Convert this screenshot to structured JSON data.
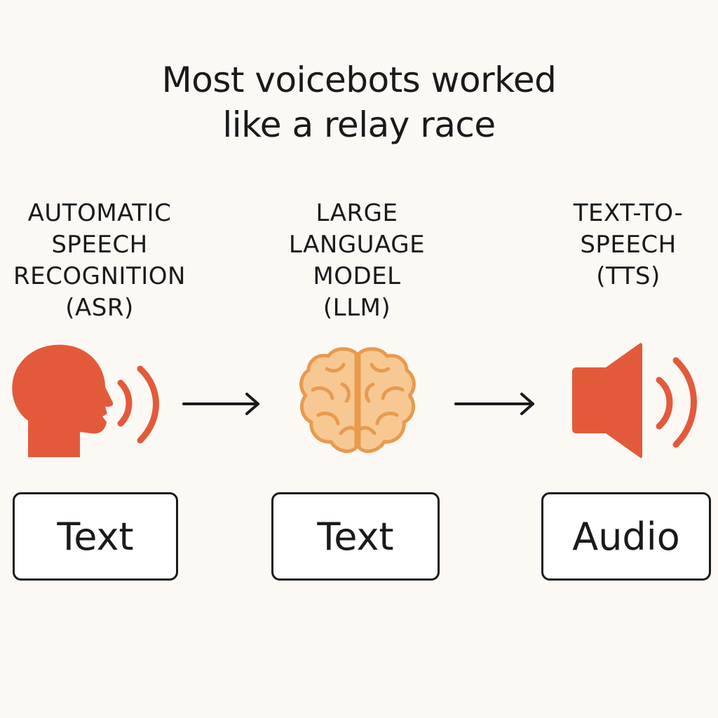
{
  "title": {
    "line1": "Most voicebots worked",
    "line2": "like a relay race"
  },
  "stages": [
    {
      "label_lines": [
        "AUTOMATIC",
        "SPEECH",
        "RECOGNITION",
        "(ASR)"
      ],
      "icon": "speaking-head-icon",
      "output": "Text"
    },
    {
      "label_lines": [
        "LARGE",
        "LANGUAGE",
        "MODEL",
        "(LLM)"
      ],
      "icon": "brain-icon",
      "output": "Text"
    },
    {
      "label_lines": [
        "TEXT-TO-",
        "SPEECH",
        "(TTS)"
      ],
      "icon": "speaker-icon",
      "output": "Audio"
    }
  ],
  "colors": {
    "background": "#fcf9f5",
    "accent": "#e35a3b",
    "brain_fill": "#f8c892",
    "brain_stroke": "#e89a4e",
    "ink": "#1a1a1a"
  }
}
